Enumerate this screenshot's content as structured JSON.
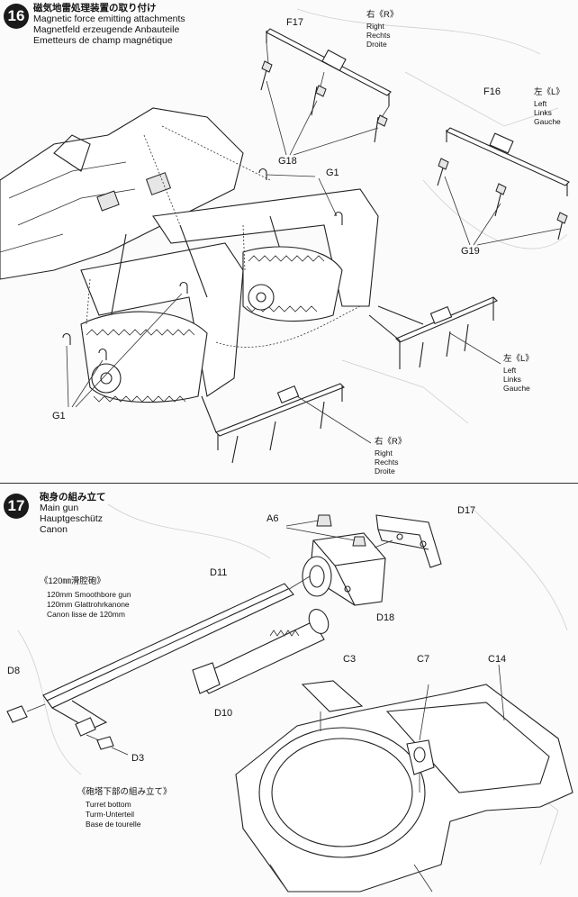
{
  "step16": {
    "number": "16",
    "title_jp": "磁気地雷処理装置の取り付け",
    "title_en": "Magnetic force emitting attachments",
    "title_de": "Magnetfeld erzeugende Anbauteile",
    "title_fr": "Emetteurs de champ magnétique",
    "labels": {
      "f17": "F17",
      "f16": "F16",
      "g18": "G18",
      "g1_top": "G1",
      "g19": "G19",
      "g1_bottom": "G1"
    },
    "right_top": [
      "右《R》",
      "Right",
      "Rechts",
      "Droite"
    ],
    "left_top": [
      "左《L》",
      "Left",
      "Links",
      "Gauche"
    ],
    "left_mid": [
      "左《L》",
      "Left",
      "Links",
      "Gauche"
    ],
    "right_bottom": [
      "右《R》",
      "Right",
      "Rechts",
      "Droite"
    ]
  },
  "step17": {
    "number": "17",
    "title_jp": "砲身の組み立て",
    "title_en": "Main gun",
    "title_de": "Hauptgeschütz",
    "title_fr": "Canon",
    "labels": {
      "a6": "A6",
      "d17": "D17",
      "d11": "D11",
      "d18": "D18",
      "d8": "D8",
      "d10": "D10",
      "d3": "D3",
      "c3": "C3",
      "c7": "C7",
      "c14": "C14"
    },
    "gun_note": [
      "《120㎜滑腔砲》",
      "120mm Smoothbore gun",
      "120mm Glattrohrkanone",
      "Canon lisse de 120mm"
    ],
    "turret_note": [
      "《砲塔下部の組み立て》",
      "Turret bottom",
      "Turm-Unterteil",
      "Base de tourelle"
    ]
  }
}
